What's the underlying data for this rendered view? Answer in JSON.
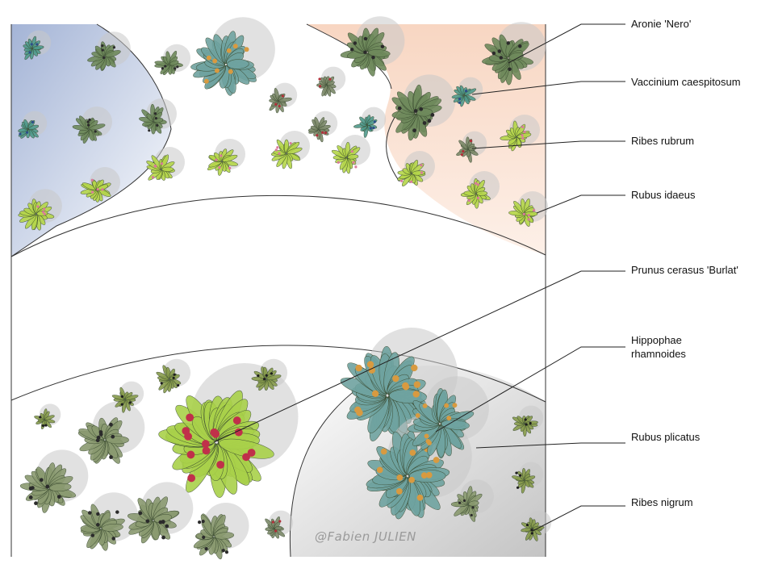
{
  "labels": [
    {
      "id": "aronie",
      "lines": [
        "Aronie 'Nero'"
      ]
    },
    {
      "id": "vaccinium",
      "lines": [
        "Vaccinium caespitosum"
      ]
    },
    {
      "id": "ribes-rubrum",
      "lines": [
        "Ribes rubrum"
      ]
    },
    {
      "id": "rubus-idaeus",
      "lines": [
        "Rubus idaeus"
      ]
    },
    {
      "id": "prunus",
      "lines": [
        "Prunus cerasus 'Burlat'"
      ]
    },
    {
      "id": "hippophae",
      "lines": [
        "Hippophae",
        "rhamnoides"
      ]
    },
    {
      "id": "rubus-plicatus",
      "lines": [
        "Rubus plicatus"
      ]
    },
    {
      "id": "ribes-nigrum",
      "lines": [
        "Ribes nigrum"
      ]
    }
  ],
  "credit": "@Fabien JULIEN",
  "colors": {
    "zone_blue": "#9fb0d4",
    "zone_peach": "#f8dccb",
    "zone_grey": "#d0d0d0",
    "aronie_foliage": "#6f8a5c",
    "vaccinium_foliage": "#4f9a8c",
    "ribes_rubrum_foliage": "#7d8a6a",
    "rubus_idaeus_foliage": "#b5d64a",
    "prunus_foliage": "#a9d14a",
    "hippophae_foliage": "#6fa3a0",
    "rubus_plicatus_foliage": "#8a9a70",
    "ribes_nigrum_foliage": "#889c4c",
    "shadow": "#c8c8c8"
  }
}
